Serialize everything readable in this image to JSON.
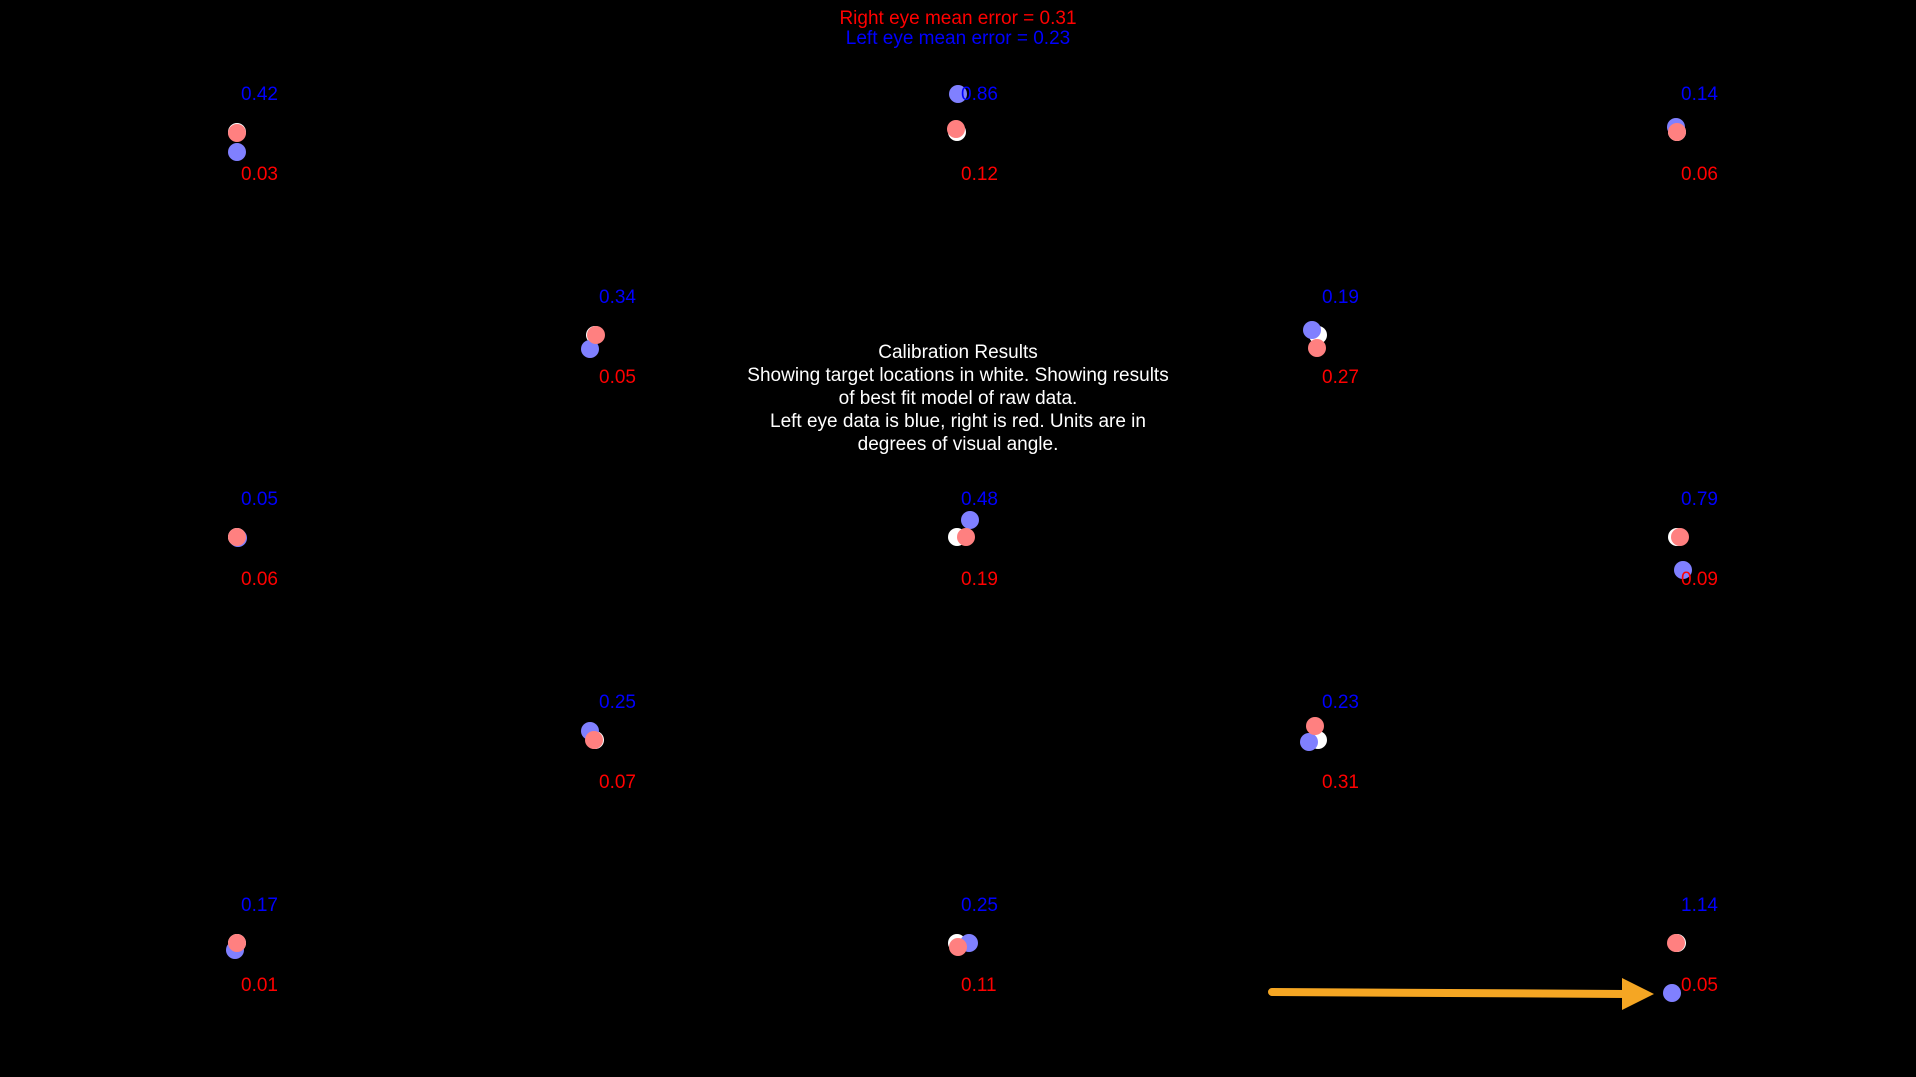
{
  "summary": {
    "right_eye": "Right eye mean error = 0.31",
    "left_eye": "Left eye mean error = 0.23"
  },
  "info": {
    "lines": [
      "Calibration Results",
      "Showing target locations in white. Showing results",
      "of best fit model of raw data.",
      "Left eye data is blue, right is red. Units are in",
      "degrees of visual angle."
    ]
  },
  "colors": {
    "background": "#000000",
    "target": "#ffffff",
    "left_eye_dot": "#8080ff",
    "right_eye_dot": "#ff8080",
    "left_eye_text": "#0000ff",
    "right_eye_text": "#ff0000",
    "arrow": "#f5a623"
  },
  "targets": [
    {
      "row": 0,
      "col": 0,
      "left_error": "0.42",
      "right_error": "0.03"
    },
    {
      "row": 0,
      "col": 2,
      "left_error": "0.86",
      "right_error": "0.12"
    },
    {
      "row": 0,
      "col": 4,
      "left_error": "0.14",
      "right_error": "0.06"
    },
    {
      "row": 1,
      "col": 1,
      "left_error": "0.34",
      "right_error": "0.05"
    },
    {
      "row": 1,
      "col": 3,
      "left_error": "0.19",
      "right_error": "0.27"
    },
    {
      "row": 2,
      "col": 0,
      "left_error": "0.05",
      "right_error": "0.06"
    },
    {
      "row": 2,
      "col": 2,
      "left_error": "0.48",
      "right_error": "0.19"
    },
    {
      "row": 2,
      "col": 4,
      "left_error": "0.79",
      "right_error": "0.09"
    },
    {
      "row": 3,
      "col": 1,
      "left_error": "0.25",
      "right_error": "0.07"
    },
    {
      "row": 3,
      "col": 3,
      "left_error": "0.23",
      "right_error": "0.31"
    },
    {
      "row": 4,
      "col": 0,
      "left_error": "0.17",
      "right_error": "0.01"
    },
    {
      "row": 4,
      "col": 2,
      "left_error": "0.25",
      "right_error": "0.11"
    },
    {
      "row": 4,
      "col": 4,
      "left_error": "1.14",
      "right_error": "0.05"
    }
  ]
}
